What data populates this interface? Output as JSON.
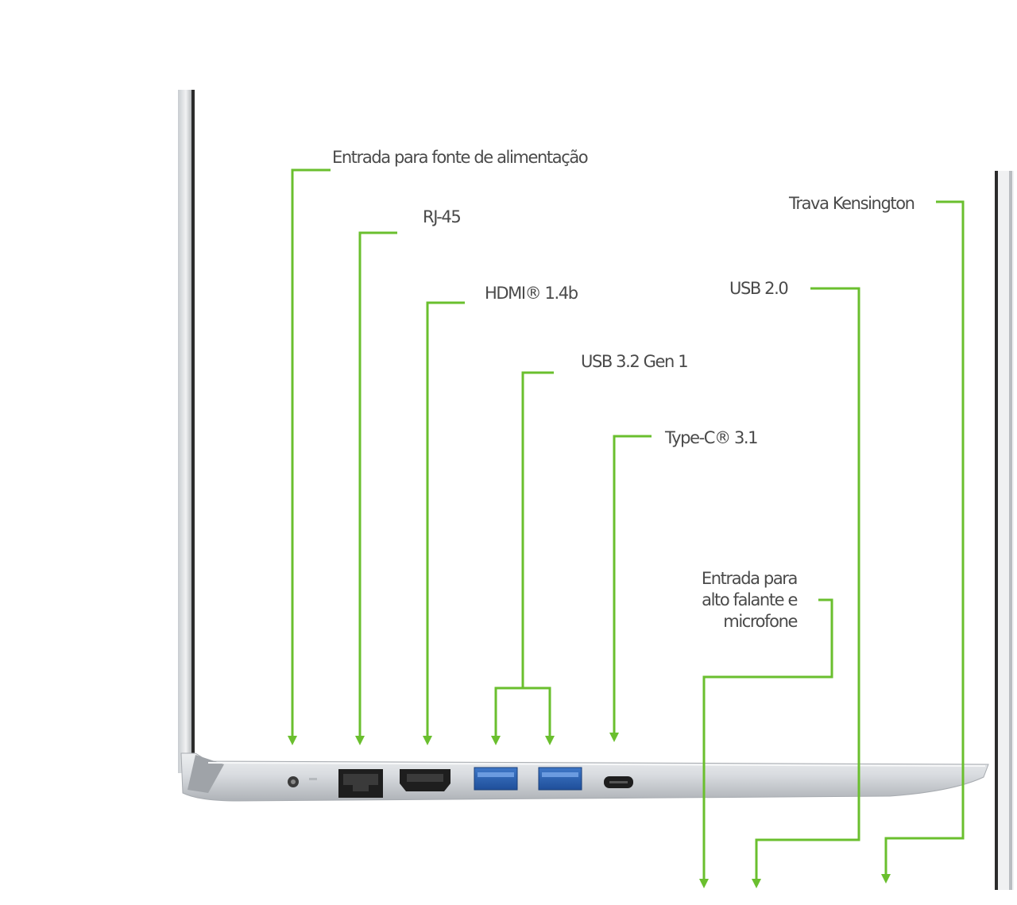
{
  "accent_color": "#6abf2e",
  "labels": {
    "power": "Entrada para fonte de alimentação",
    "rj45": "RJ-45",
    "hdmi": "HDMI® 1.4b",
    "usb32": "USB 3.2 Gen 1",
    "typec": "Type-C® 3.1",
    "audio_line1": "Entrada para",
    "audio_line2": "alto falante e",
    "audio_line3": "microfone",
    "usb20": "USB 2.0",
    "kensington": "Trava Kensington"
  }
}
